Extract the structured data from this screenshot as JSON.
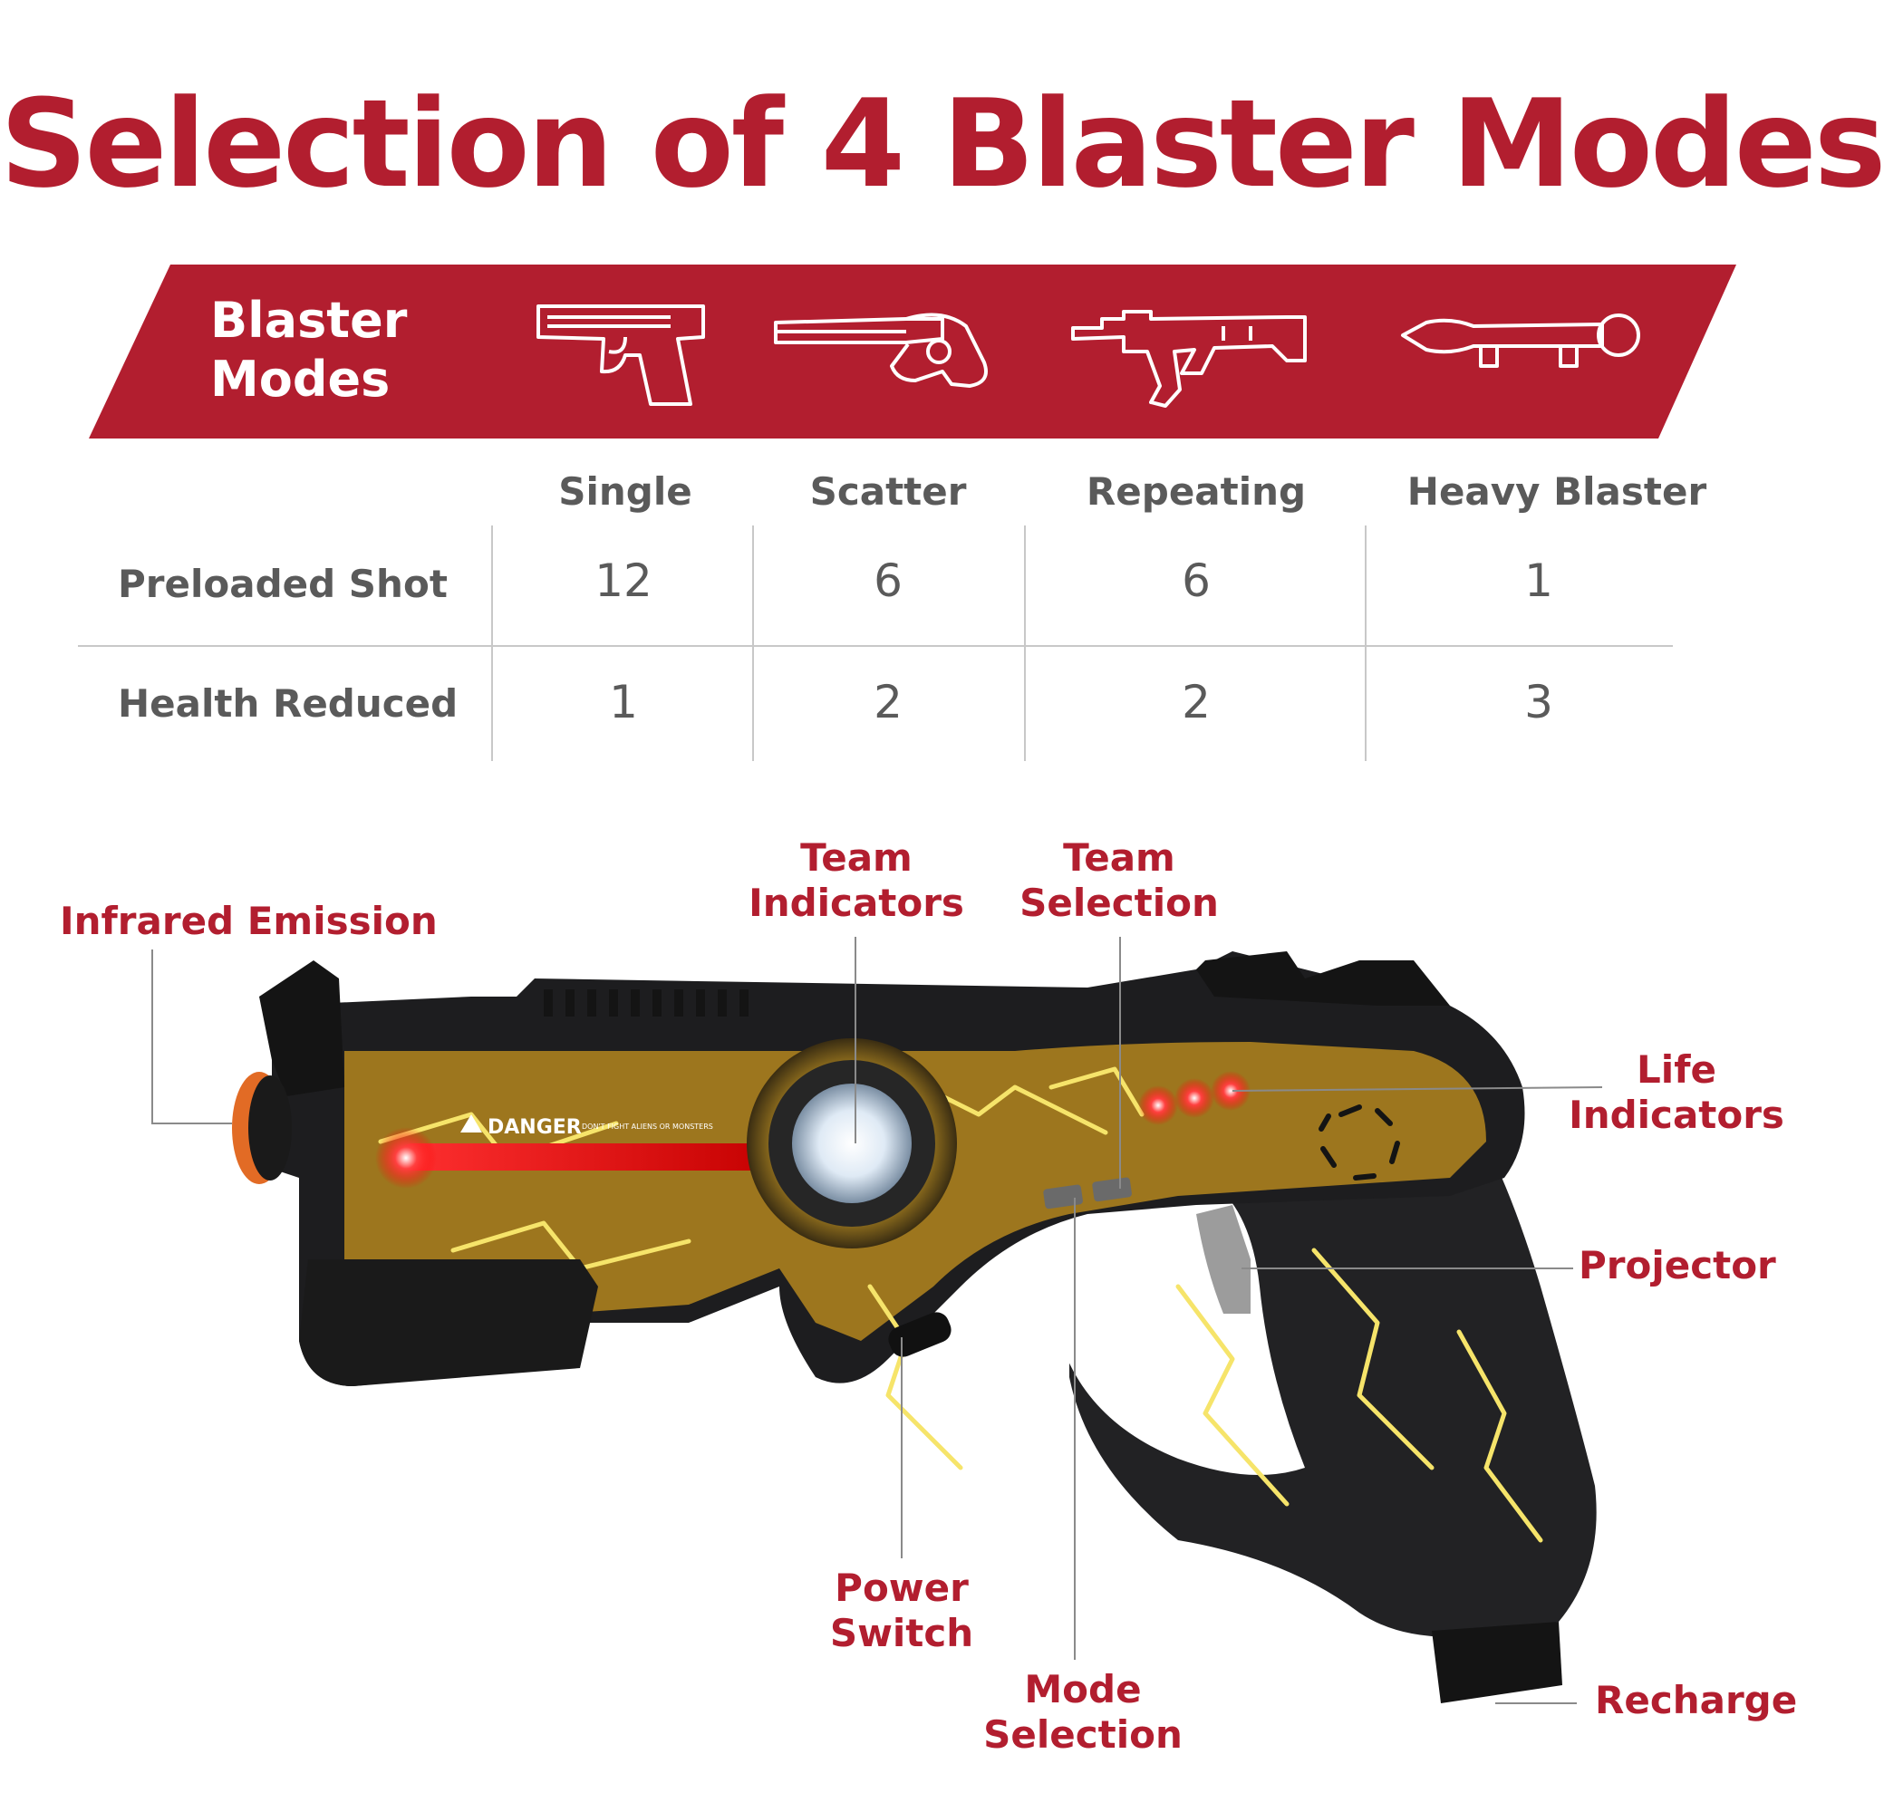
{
  "title": "Selection of 4 Blaster Modes",
  "colors": {
    "brand_red": "#b21e2f",
    "text_gray": "#5a5a5a",
    "rule_gray": "#c8c8c8",
    "gun_black": "#1d1d1f",
    "lightning_yellow": "#e8c53a"
  },
  "banner": {
    "label_line1": "Blaster",
    "label_line2": "Modes",
    "icons": [
      "pistol-icon",
      "shotgun-icon",
      "rifle-icon",
      "rocket-launcher-icon"
    ]
  },
  "table": {
    "modes": [
      "Single",
      "Scatter",
      "Repeating",
      "Heavy Blaster"
    ],
    "rows": [
      {
        "label": "Preloaded Shot",
        "values": [
          "12",
          "6",
          "6",
          "1"
        ]
      },
      {
        "label": "Health Reduced",
        "values": [
          "1",
          "2",
          "2",
          "3"
        ]
      }
    ]
  },
  "product": {
    "decal_text": "DANGER",
    "decal_subtext": "DON'T FIGHT ALIENS OR MONSTERS"
  },
  "callouts": {
    "infrared_emission": "Infrared Emission",
    "team_indicators": [
      "Team",
      "Indicators"
    ],
    "team_selection": [
      "Team",
      "Selection"
    ],
    "life_indicators": [
      "Life",
      "Indicators"
    ],
    "projector": "Projector",
    "power_switch": [
      "Power",
      "Switch"
    ],
    "mode_selection": [
      "Mode",
      "Selection"
    ],
    "recharge": "Recharge"
  }
}
